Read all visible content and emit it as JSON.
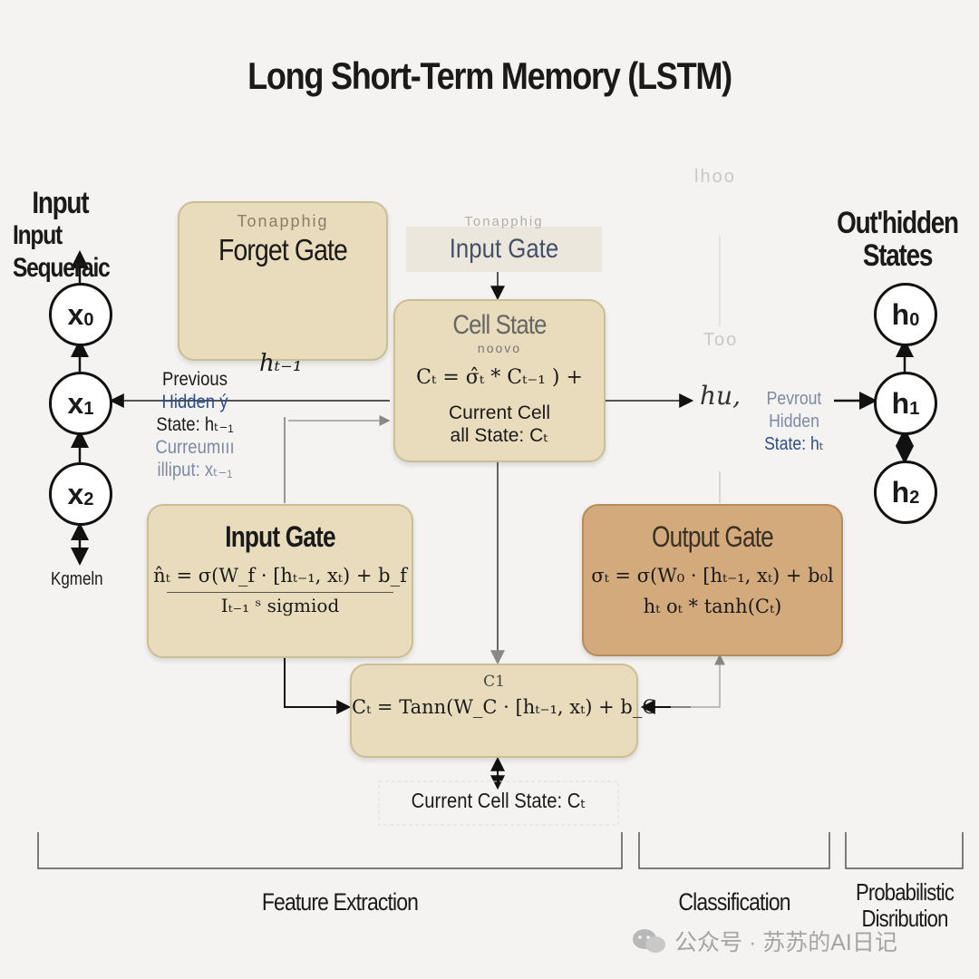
{
  "title": "Long Short-Term Memory (LSTM)",
  "left_label": "Input Sequeraic",
  "right_label_line1": "Out'hidden",
  "right_label_line2": "States",
  "input_nodes": [
    {
      "base": "x",
      "sub": "0"
    },
    {
      "base": "x",
      "sub": "1"
    },
    {
      "base": "x",
      "sub": "2"
    }
  ],
  "output_nodes": [
    {
      "base": "h",
      "sub": "0"
    },
    {
      "base": "h",
      "sub": "1"
    },
    {
      "base": "h",
      "sub": "2"
    }
  ],
  "kgmeln": "Kgmeln",
  "forget_gate": {
    "ghost": "Tonapphig",
    "title": "Forget Gate",
    "h_label": "hₜ₋₁"
  },
  "input_gate_top": {
    "ghost": "Tonapphig",
    "title": "Input Gate"
  },
  "cell_state": {
    "title": "Cell State",
    "ghost": "noovo",
    "equation": "Cₜ = σ̂ₜ * Cₜ₋₁ ) +",
    "caption_line1": "Current Cell",
    "caption_line2": "all State: Cₜ"
  },
  "input_gate": {
    "title": "Input Gate",
    "equation": "n̂ₜ = σ(W_f · [hₜ₋₁, xₜ) + b_f",
    "note": "Iₜ₋₁ ˢ sigmiod"
  },
  "output_gate": {
    "title": "Output Gate",
    "equation": "σₜ = σ(W₀ · [hₜ₋₁, xₜ) + b₀l",
    "note": "hₜ oₜ * tanh(Cₜ)"
  },
  "candidate": {
    "top": "C1",
    "equation": "Cₜ = Tann(W_C · [hₜ₋₁, xₜ) + b_C"
  },
  "current_cell_bottom": "Current Cell State: Cₜ",
  "previous_hidden": [
    "Previous",
    "Hidden ý",
    "State: hₜ₋₁",
    "Curreumııı",
    "illiput: xₜ₋₁"
  ],
  "pevrout_hidden": [
    "Pevrout",
    "Hidden",
    "State: hₜ"
  ],
  "hu_label": "hu,",
  "ghost_top_right": "lhoo",
  "ghost_mid_right": "Too",
  "sections": [
    "Feature Extraction",
    "Classification",
    "Probabilistic Disribution"
  ],
  "watermark": "公众号 · 苏苏的AI日记",
  "colors": {
    "box": "#e8dcbc",
    "output_box": "#d3aa7c",
    "line": "#111111",
    "faded": "#7b8aa6"
  }
}
